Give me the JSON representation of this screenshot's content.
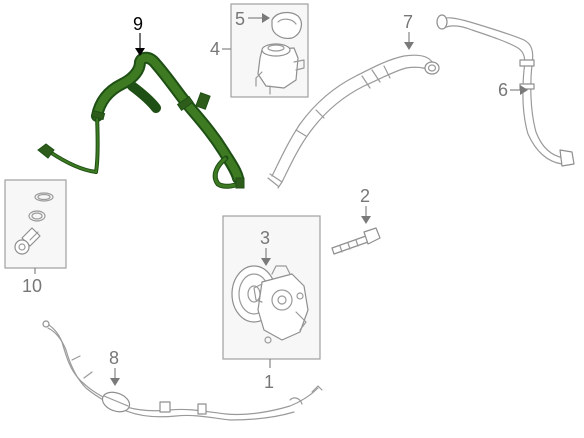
{
  "diagram": {
    "callouts": {
      "c1": "1",
      "c2": "2",
      "c3": "3",
      "c4": "4",
      "c5": "5",
      "c6": "6",
      "c7": "7",
      "c8": "8",
      "c9": "9",
      "c10": "10"
    },
    "colors": {
      "highlight_hose": "#3d7a22",
      "highlight_outline": "#1e4f14",
      "part_line": "#9a9a9a",
      "callout_text": "#777777",
      "highlight_text": "#000000"
    },
    "highlighted_part": "9"
  }
}
